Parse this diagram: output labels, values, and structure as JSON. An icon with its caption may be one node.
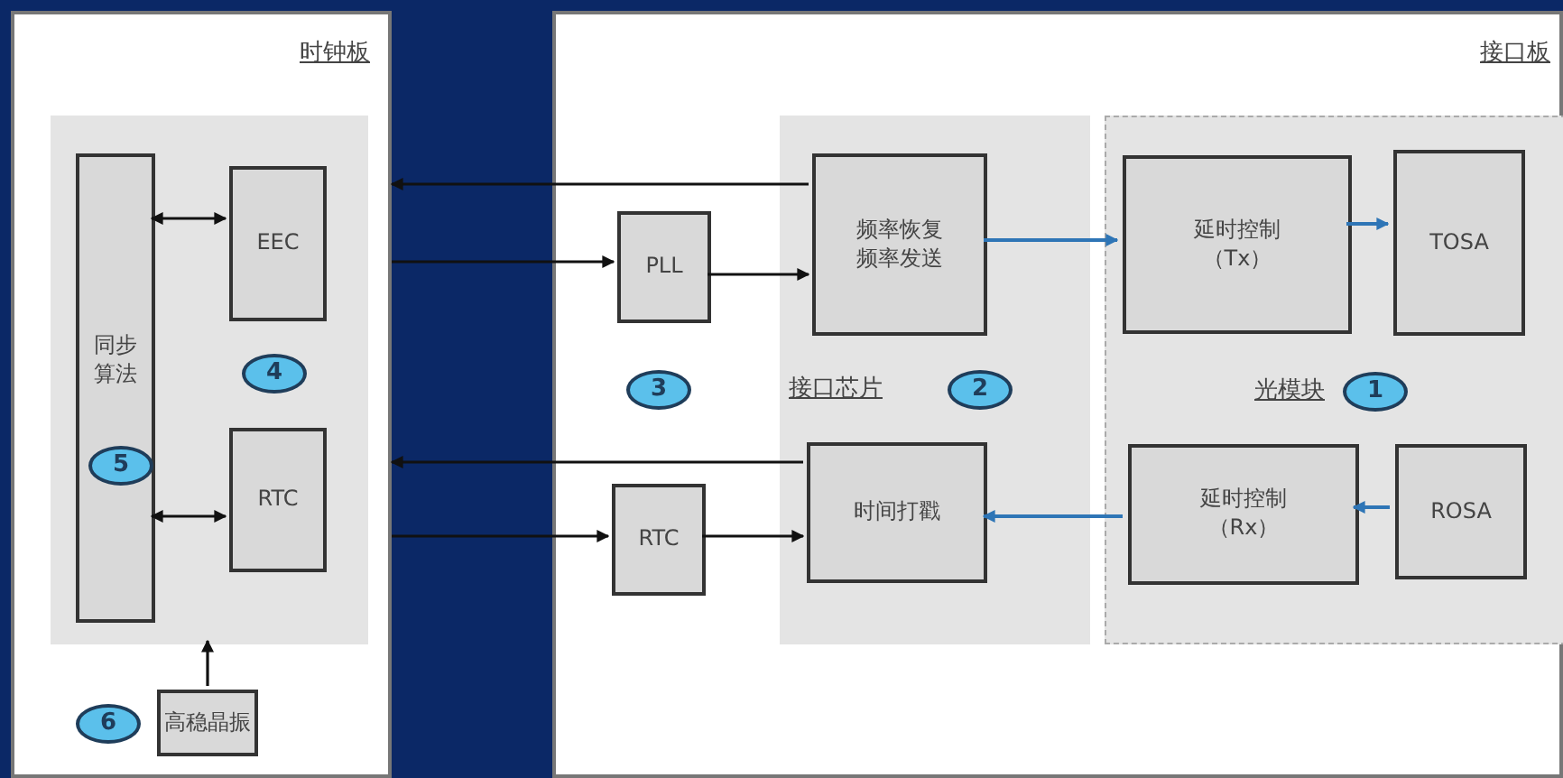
{
  "diagram": {
    "nodes": [
      {
        "text": [
          "时钟板"
        ]
      },
      {
        "text": [],
        "shape": "box",
        "in": 0
      },
      {
        "text": [
          "同步算法"
        ],
        "in": 1
      },
      {
        "text": [
          "5"
        ],
        "in": 2
      },
      {
        "text": [
          "EEC"
        ],
        "in": 1
      },
      {
        "text": [
          "4"
        ],
        "in": 1
      },
      {
        "text": [
          "RTC"
        ],
        "in": 1
      },
      {
        "text": [
          "高稳晶振"
        ],
        "in": 0
      },
      {
        "text": [
          "6"
        ],
        "in": 0
      },
      {
        "text": [
          "接口板"
        ]
      },
      {
        "text": [
          "PLL"
        ],
        "in": 9
      },
      {
        "text": [
          "3"
        ],
        "in": 9
      },
      {
        "text": [
          "RTC"
        ],
        "in": 9
      },
      {
        "text": [
          "接口芯片"
        ],
        "in": 9
      },
      {
        "text": [
          "2"
        ],
        "in": 13
      },
      {
        "text": [
          "频率恢复频率发送"
        ],
        "in": 13
      },
      {
        "text": [
          "时间打戳"
        ],
        "in": 13
      },
      {
        "text": [
          "光模块"
        ],
        "in": 9
      },
      {
        "text": [
          "1"
        ],
        "in": 17
      },
      {
        "text": [
          "延时控制（Tx）"
        ],
        "in": 17
      },
      {
        "text": [
          "TOSA"
        ],
        "in": 17
      },
      {
        "text": [
          "延时控制（Rx）"
        ],
        "in": 17
      },
      {
        "text": [
          "ROSA"
        ],
        "in": 17
      }
    ],
    "edges": [
      {
        "from": 15,
        "to": 0,
        "arrow": "to"
      },
      {
        "from": 0,
        "to": 10,
        "arrow": "to"
      },
      {
        "from": 10,
        "to": 15,
        "arrow": "to"
      },
      {
        "from": 16,
        "to": 0,
        "arrow": "to"
      },
      {
        "from": 0,
        "to": 12,
        "arrow": "to"
      },
      {
        "from": 12,
        "to": 16,
        "arrow": "to"
      },
      {
        "from": 2,
        "to": 4,
        "arrow": "both"
      },
      {
        "from": 2,
        "to": 6,
        "arrow": "both"
      },
      {
        "from": 7,
        "to": 1,
        "arrow": "to"
      },
      {
        "from": 15,
        "to": 19,
        "arrow": "to",
        "color": "#2e75b6"
      },
      {
        "from": 19,
        "to": 20,
        "arrow": "to",
        "color": "#2e75b6"
      },
      {
        "from": 22,
        "to": 21,
        "arrow": "to",
        "color": "#2e75b6"
      },
      {
        "from": 21,
        "to": 16,
        "arrow": "to",
        "color": "#2e75b6"
      }
    ]
  }
}
